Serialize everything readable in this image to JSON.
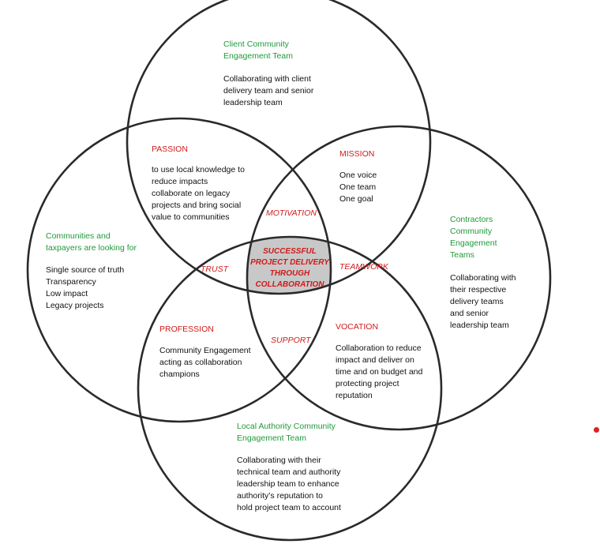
{
  "colors": {
    "outline": "#2a2a2a",
    "center_fill": "#c8c8c8",
    "heading_green": "#1f9a3a",
    "heading_red": "#d11a1a",
    "marker_dot": "#e0201a"
  },
  "circles": {
    "top": {
      "title": "Client Community\nEngagement Team",
      "text": "Collaborating with client\ndelivery team and senior\nleadership team"
    },
    "left": {
      "title": "Communities and\ntaxpayers are looking for",
      "text": "Single source of truth\nTransparency\nLow impact\nLegacy projects"
    },
    "right": {
      "title": "Contractors\nCommunity\nEngagement\nTeams",
      "text": "Collaborating with\ntheir respective\ndelivery teams\nand senior\nleadership team"
    },
    "bottom": {
      "title": "Local Authority Community\nEngagement Team",
      "text": "Collaborating with their\ntechnical team and authority\nleadership team to enhance\nauthority’s reputation to\nhold project team to account"
    }
  },
  "overlaps": {
    "passion": {
      "title": "PASSION",
      "text": "to use local knowledge to\nreduce impacts\ncollaborate on legacy\nprojects and bring social\nvalue to communities"
    },
    "mission": {
      "title": "MISSION",
      "text": "One voice\nOne team\n One goal"
    },
    "profession": {
      "title": "PROFESSION",
      "text": "Community Engagement\nacting as collaboration\nchampions"
    },
    "vocation": {
      "title": "VOCATION",
      "text": "Collaboration to reduce\nimpact and deliver on\ntime and on budget and\nprotecting project\nreputation"
    }
  },
  "connectors": {
    "motivation": "MOTIVATION",
    "trust": "TRUST",
    "teamwork": "TEAMWORK",
    "support": "SUPPORT"
  },
  "center": "SUCCESSFUL\nPROJECT DELIVERY\nTHROUGH\nCOLLABORATION"
}
